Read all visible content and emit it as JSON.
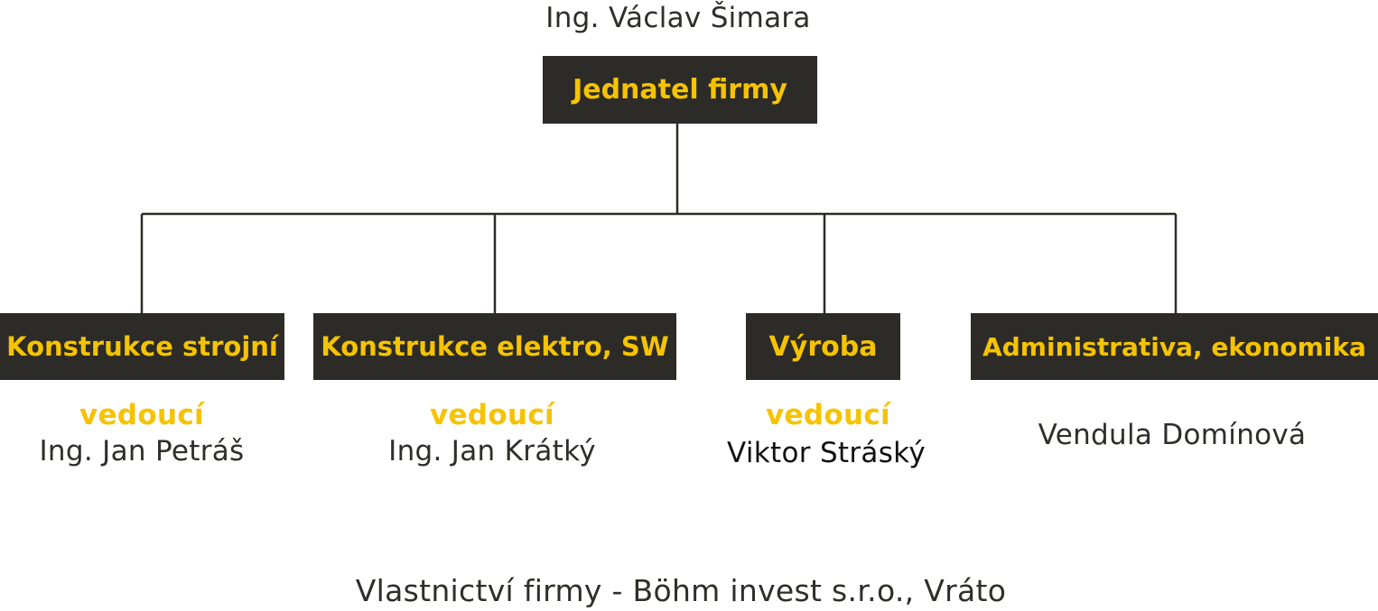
{
  "colors": {
    "box_bg": "#2c2b27",
    "accent_yellow": "#f6c300",
    "text_dark": "#2f2e2a",
    "line": "#2c2b27"
  },
  "top": {
    "name": "Ing. Václav Šimara",
    "title": "Jednatel firmy"
  },
  "departments": [
    {
      "title": "Konstrukce strojní",
      "role": "vedoucí",
      "person": "Ing. Jan Petráš"
    },
    {
      "title": "Konstrukce elektro, SW",
      "role": "vedoucí",
      "person": "Ing. Jan Krátký"
    },
    {
      "title": "Výroba",
      "role": "vedoucí",
      "person": "Viktor Stráský"
    },
    {
      "title": "Administrativa, ekonomika",
      "person": "Vendula Domínová"
    }
  ],
  "footer": "Vlastnictví firmy - Böhm invest s.r.o., Vráto"
}
